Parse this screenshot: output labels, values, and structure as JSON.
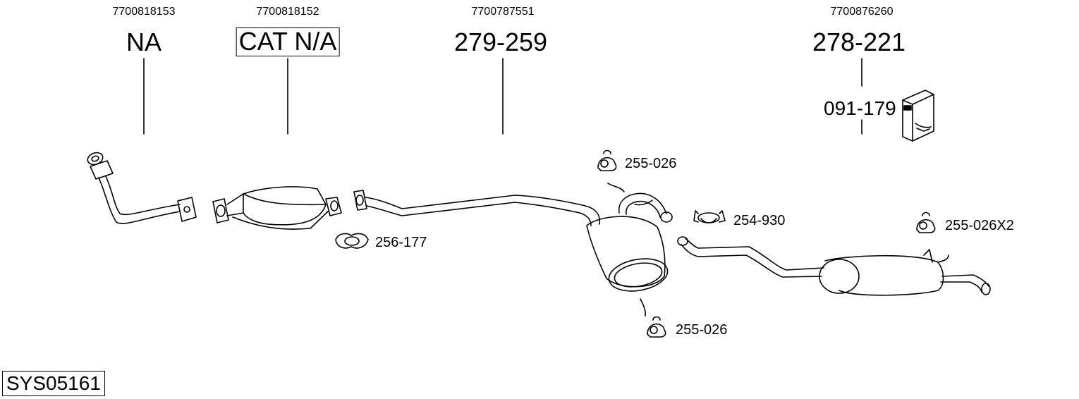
{
  "header_columns": [
    {
      "oem": "7700818153",
      "part": "NA",
      "boxed": false
    },
    {
      "oem": "7700818152",
      "part": "CAT N/A",
      "boxed": true
    },
    {
      "oem": "7700787551",
      "part": "279-259",
      "boxed": false
    },
    {
      "oem": "7700876260",
      "part": "278-221",
      "boxed": false
    }
  ],
  "kit_label": "091-179",
  "accessories": [
    {
      "id": "255-026",
      "icon": "rubber-hanger-icon"
    },
    {
      "id": "256-177",
      "icon": "gasket-icon"
    },
    {
      "id": "254-930",
      "icon": "pipe-clamp-icon"
    },
    {
      "id": "255-026X2",
      "icon": "rubber-hanger-icon"
    },
    {
      "id": "255-026",
      "icon": "rubber-hanger-icon"
    }
  ],
  "system_code": "SYS05161"
}
